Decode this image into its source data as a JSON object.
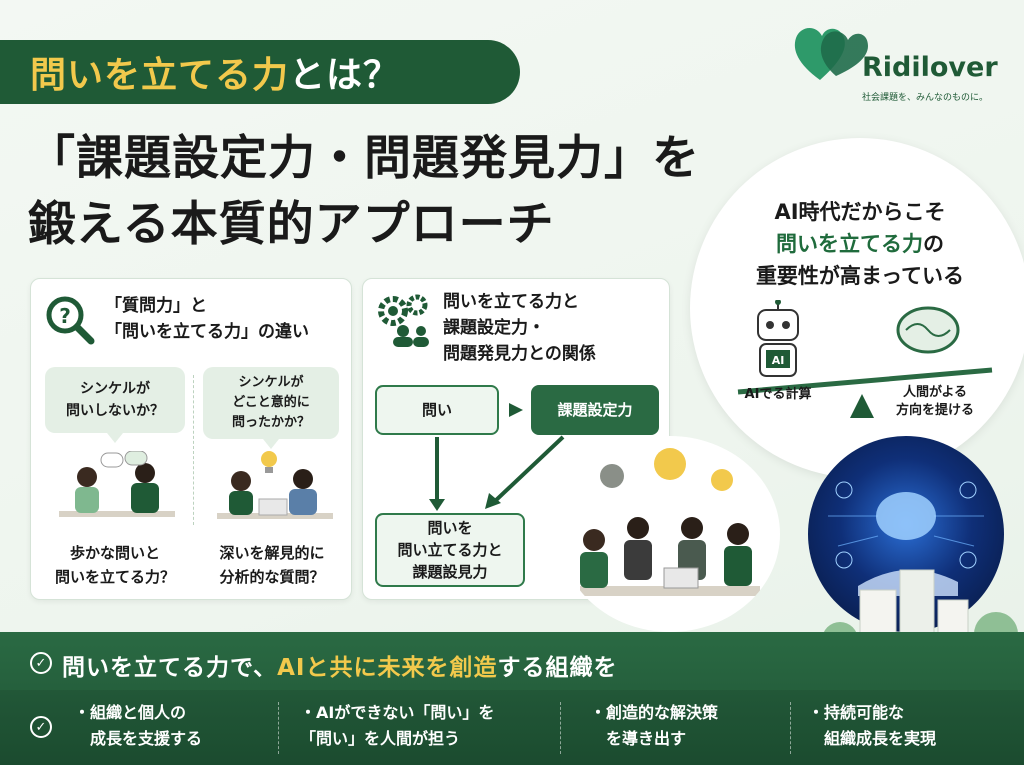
{
  "header": {
    "title_highlight": "問いを立てる力",
    "title_rest": "とは？"
  },
  "logo": {
    "name": "Ridilover",
    "tagline": "社会課題を、みんなのものに。"
  },
  "headline": {
    "line1": "「課題設定力・問題発見力」を",
    "line2": "鍛える本質的アプローチ"
  },
  "card1": {
    "title_line1": "「質問力」と",
    "title_line2": "「問いを立てる力」の違い",
    "bubble_left": [
      "シンケルが",
      "問いしないか？"
    ],
    "bubble_right": [
      "シンケルが",
      "どこと意的に",
      "問ったかか？"
    ],
    "caption_left": [
      "歩かな問いと",
      "問いを立てる力？"
    ],
    "caption_right": [
      "深いを解見的に",
      "分析的な質問？"
    ]
  },
  "card2": {
    "title_line1": "問いを立てる力と",
    "title_line2": "課題設定力・",
    "title_line3": "問題発見力との関係",
    "box_toi": "問い",
    "box_kadai": "課題設定力",
    "box_bottom": [
      "問いを",
      "問い立てる力と",
      "課題設見力"
    ]
  },
  "circle": {
    "line1": "AI時代だからこそ",
    "line2_green": "問いを立てる力",
    "line2_rest": "の",
    "line3": "重要性が高まっている",
    "robot_label": "AIでる計算",
    "robot_badge": "AI",
    "brain_label": [
      "人間がよる",
      "方向を提ける"
    ]
  },
  "band": {
    "head_pre": "問いを立てる力で、",
    "head_yellow": "AIと共に未来を創造",
    "head_post": "する組織を",
    "check_mark": "✓",
    "items": [
      [
        "・組織と個人の",
        "　成長を支援する"
      ],
      [
        "・AIができない「問い」を",
        "「問い」を人間が担う"
      ],
      [
        "・創造的な解決策",
        "　を導き出す"
      ],
      [
        "・持続可能な",
        "　組織成長を実現"
      ]
    ]
  },
  "colors": {
    "brand_green": "#1f5a36",
    "accent_yellow": "#f2c94c",
    "light_green": "#e4efe5"
  }
}
